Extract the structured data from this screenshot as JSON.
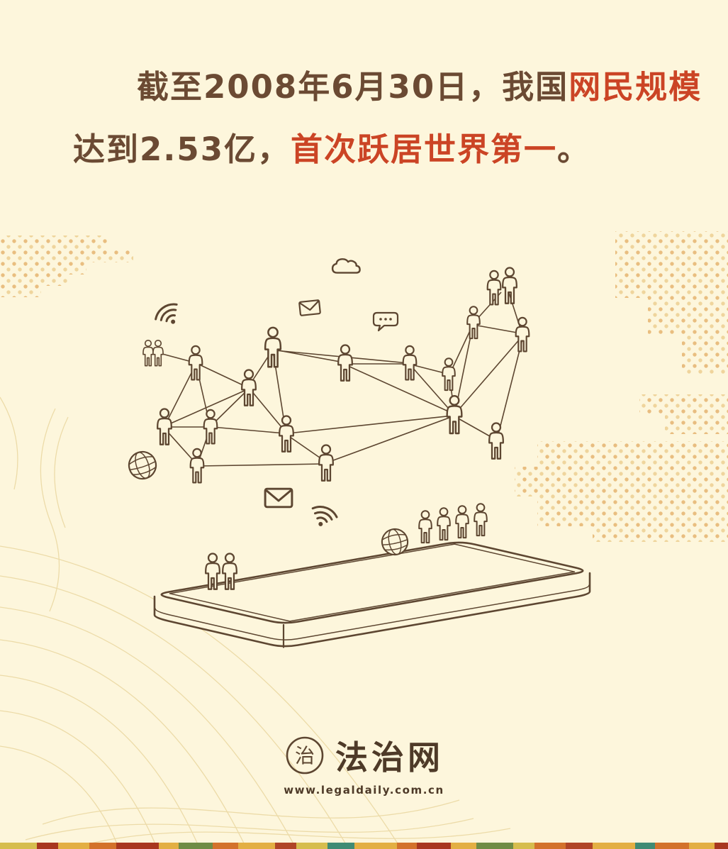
{
  "headline": {
    "full_text": "截至2008年6月30日，我国网民规模达到2.53亿，首次跃居世界第一。",
    "line1": [
      {
        "text": "截至2008年6月30日，我国",
        "color": "#6b4a33"
      },
      {
        "text": "网民规模",
        "color": "#cb4425"
      }
    ],
    "line2": [
      {
        "text": "达到2.53亿，",
        "color": "#6b4a33"
      },
      {
        "text": "首次跃居世界第一",
        "color": "#cb4425"
      },
      {
        "text": "。",
        "color": "#6b4a33"
      }
    ]
  },
  "footer": {
    "seal_char": "治",
    "site_name": "法治网",
    "url": "www.legaldaily.com.cn"
  },
  "colors": {
    "background": "#fdf6dc",
    "headline_brown": "#6b4a33",
    "headline_red": "#cb4425",
    "illustration_line": "#5d4631",
    "dots_dark": "#e5b470",
    "dots_light": "#edcf92",
    "waves": "#ead7a0"
  },
  "icons": {
    "wifi": "wifi-icon",
    "envelope": "envelope-icon",
    "cloud": "cloud-icon",
    "chat_bubble": "chat-bubble-icon",
    "globe": "globe-icon",
    "person": "person-icon",
    "smartphone": "smartphone-illustration",
    "seal": "legaldaily-seal-icon"
  },
  "bottom_stripe": {
    "colors": [
      "#d6bd4e",
      "#a8371f",
      "#e3af43",
      "#d3722b",
      "#a8371f",
      "#e3af43",
      "#6f8c45",
      "#d3722b",
      "#e3af43",
      "#b04526",
      "#d6bd4e",
      "#3f8b74",
      "#e3af43",
      "#d3722b",
      "#a8371f",
      "#e3af43",
      "#6f8c45",
      "#d6bd4e",
      "#d3722b",
      "#b04526",
      "#e3af43",
      "#3f8b74",
      "#d3722b",
      "#e3af43",
      "#a8371f",
      "#d6bd4e"
    ],
    "widths": [
      52,
      30,
      44,
      38,
      60,
      28,
      48,
      36
    ]
  }
}
